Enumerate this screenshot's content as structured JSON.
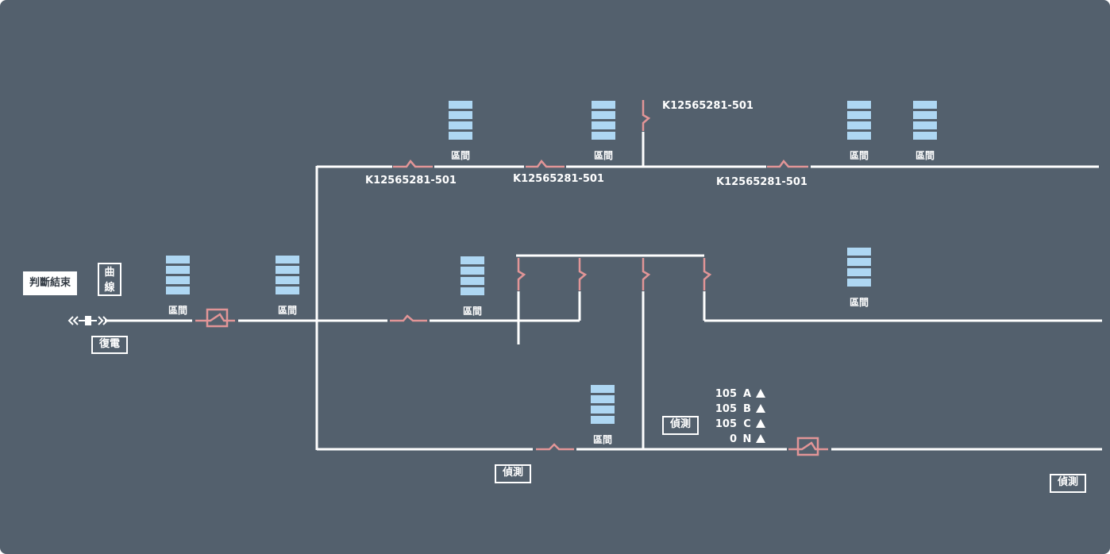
{
  "status": {
    "judgement_end": "判斷結束",
    "curve": "曲線",
    "restore_power": "復電"
  },
  "section_label": "區間",
  "detect_label": "偵測",
  "switch_ids": {
    "upper_right_vertical": "K12565281-501",
    "upper_1": "K12565281-501",
    "upper_2": "K12565281-501",
    "upper_3": "K12565281-501"
  },
  "measurements": [
    {
      "value": "105",
      "phase": "A"
    },
    {
      "value": "105",
      "phase": "B"
    },
    {
      "value": "105",
      "phase": "C"
    },
    {
      "value": "0",
      "phase": "N"
    }
  ],
  "colors": {
    "background": "#53606d",
    "line": "#ffffff",
    "switch": "#e29597",
    "section_block": "#aed7f3"
  }
}
